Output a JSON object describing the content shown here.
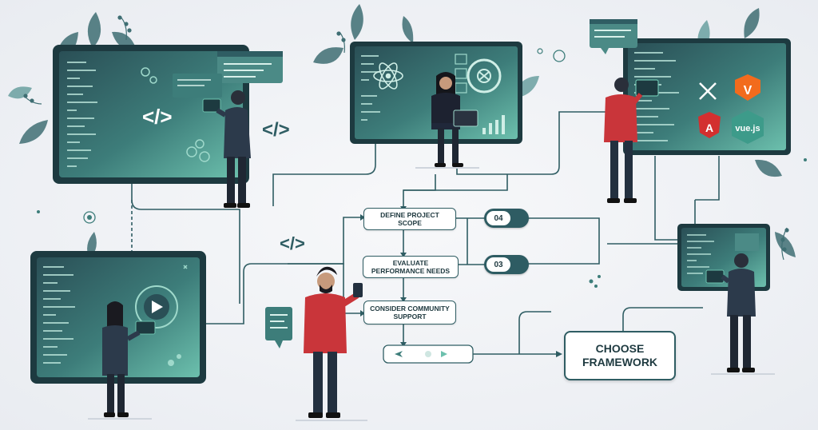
{
  "steps": [
    {
      "label": "DEFINE PROJECT SCOPE"
    },
    {
      "label": "EVALUATE PERFORMANCE NEEDS"
    },
    {
      "label": "CONSIDER COMMUNITY SUPPORT"
    }
  ],
  "markers": [
    {
      "label": "04"
    },
    {
      "label": "03"
    }
  ],
  "final_step": {
    "line1": "CHOOSE",
    "line2": "FRAMEWORK"
  },
  "code_symbol": "</>",
  "framework_logos": {
    "angular": {
      "name": "Angular",
      "glyph": "A",
      "color": "#d32f2f"
    },
    "vue": {
      "name": "vue.js",
      "color": "#3d9b8a"
    },
    "vite": {
      "name": "Vite",
      "glyph": "V",
      "color": "#f26b1d"
    },
    "x": {
      "name": "X",
      "glyph": "✕",
      "color": "#ffffff"
    }
  },
  "colors": {
    "screen": "#2b5d62",
    "screen_glow": "#5fb8a8",
    "accent_red": "#c9353a",
    "leaf": "#3f6e73",
    "line": "#2f5d63"
  }
}
